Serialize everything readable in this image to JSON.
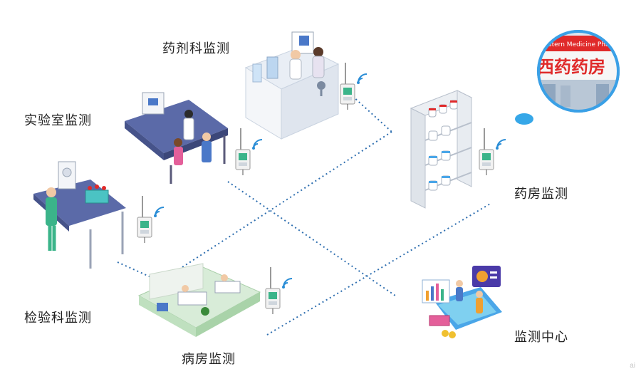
{
  "labels": {
    "pharmacy_dept": "药剂科监测",
    "laboratory": "实验室监测",
    "clinical_lab": "检验科监测",
    "ward": "病房监测",
    "drugstore": "药房监测",
    "monitoring_center": "监测中心"
  },
  "store_photo": {
    "sign_text_main": "西药药房",
    "sign_text_banner": "Western Medicine Pha"
  },
  "watermark": "ai",
  "colors": {
    "dotted_line": "#2f6fb0",
    "sensor_body": "#f2f2f2",
    "sensor_screen": "#3bb48a",
    "wifi": "#2a8dd6",
    "accent_blue": "#4a78c8",
    "store_ring": "#3aa0e6",
    "store_red": "#e02a2a",
    "bubble": "#36a7e8"
  }
}
